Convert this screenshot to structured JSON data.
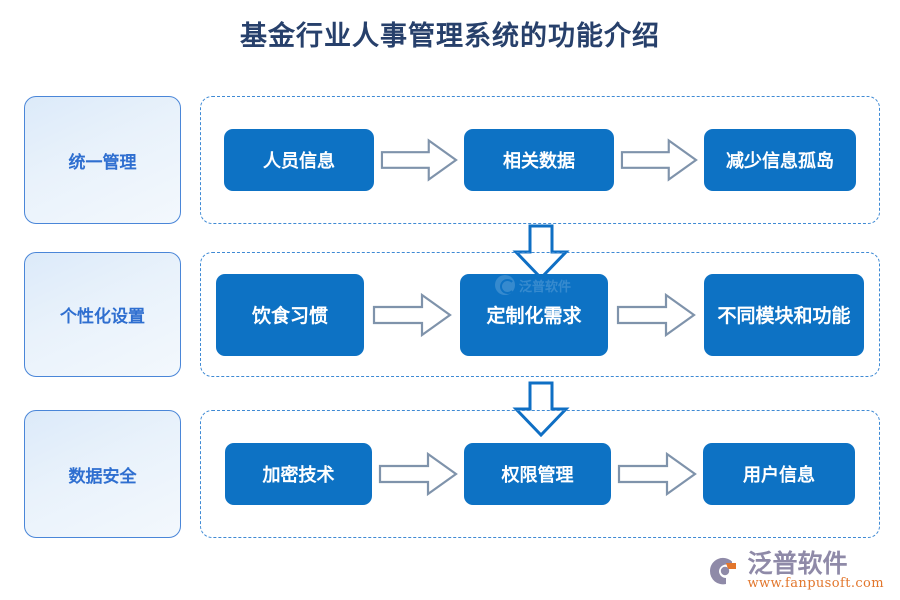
{
  "page": {
    "title": "基金行业人事管理系统的功能介绍",
    "background": "#ffffff"
  },
  "colors": {
    "title_text": "#27406b",
    "step_box_fill": "#0d72c4",
    "step_box_text": "#ffffff",
    "side_card_border": "#4a86d8",
    "side_card_text": "#2f6fd0",
    "dashed_container_border": "#3f8ad4",
    "arrow_right_fill": "#ffffff",
    "arrow_right_stroke": "#7f93ab",
    "arrow_down_stroke": "#0f6fc4",
    "brand_name_color": "#8f8aa8",
    "brand_url_color": "#e2762c"
  },
  "rows": [
    {
      "category_label": "统一管理",
      "steps": [
        {
          "label": "人员信息"
        },
        {
          "label": "相关数据"
        },
        {
          "label": "减少信息孤岛"
        }
      ]
    },
    {
      "category_label": "个性化设置",
      "steps": [
        {
          "label": "饮食习惯"
        },
        {
          "label": "定制化需求"
        },
        {
          "label": "不同模块和功能"
        }
      ]
    },
    {
      "category_label": "数据安全",
      "steps": [
        {
          "label": "加密技术"
        },
        {
          "label": "权限管理"
        },
        {
          "label": "用户信息"
        }
      ]
    }
  ],
  "connectors": {
    "right_arrow_icon": "arrow-right-icon",
    "down_arrow_icon": "arrow-down-icon"
  },
  "watermark": {
    "text": "泛普软件",
    "icon": "fanpu-logo-icon"
  },
  "brand": {
    "name": "泛普软件",
    "url": "www.fanpusoft.com",
    "icon": "fanpu-logo-icon"
  }
}
